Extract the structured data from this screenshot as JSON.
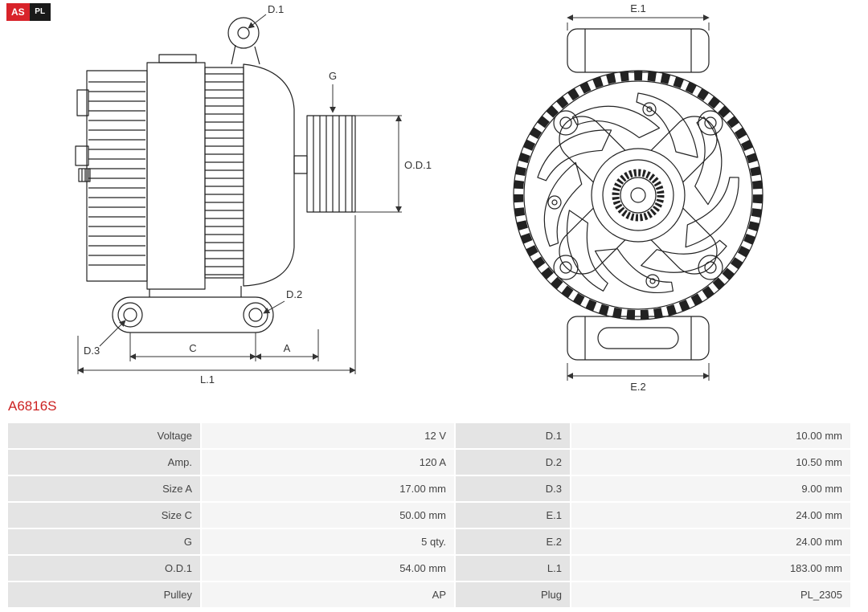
{
  "logo": {
    "brand": "AS",
    "suffix": "PL"
  },
  "part_number": "A6816S",
  "dims": {
    "d1": "D.1",
    "d2": "D.2",
    "d3": "D.3",
    "g": "G",
    "od1": "O.D.1",
    "a": "A",
    "c": "C",
    "l1": "L.1",
    "e1": "E.1",
    "e2": "E.2"
  },
  "table": {
    "rows": [
      {
        "label_left": "Voltage",
        "value_left": "12 V",
        "label_right": "D.1",
        "value_right": "10.00 mm"
      },
      {
        "label_left": "Amp.",
        "value_left": "120 A",
        "label_right": "D.2",
        "value_right": "10.50 mm"
      },
      {
        "label_left": "Size A",
        "value_left": "17.00 mm",
        "label_right": "D.3",
        "value_right": "9.00 mm"
      },
      {
        "label_left": "Size C",
        "value_left": "50.00 mm",
        "label_right": "E.1",
        "value_right": "24.00 mm"
      },
      {
        "label_left": "G",
        "value_left": "5 qty.",
        "label_right": "E.2",
        "value_right": "24.00 mm"
      },
      {
        "label_left": "O.D.1",
        "value_left": "54.00 mm",
        "label_right": "L.1",
        "value_right": "183.00 mm"
      },
      {
        "label_left": "Pulley",
        "value_left": "AP",
        "label_right": "Plug",
        "value_right": "PL_2305"
      }
    ]
  },
  "colors": {
    "part_number_red": "#cc2222",
    "logo_red": "#d8232a",
    "table_label_bg": "#e4e4e4",
    "table_value_bg": "#f5f5f5",
    "line": "#222222",
    "text": "#444444"
  }
}
